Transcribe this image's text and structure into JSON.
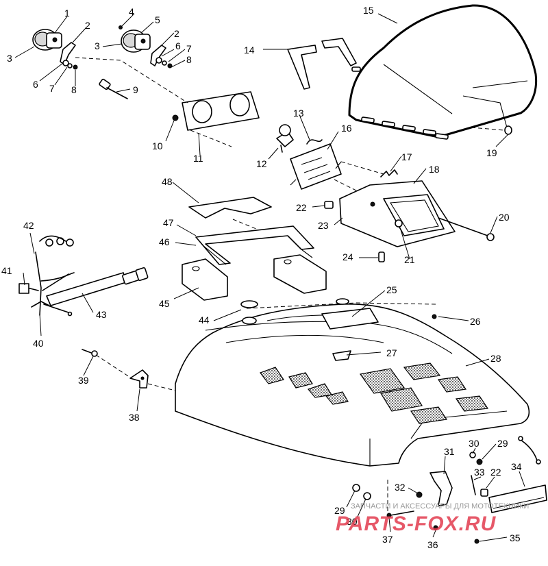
{
  "callouts": [
    {
      "id": "c1",
      "text": "1"
    },
    {
      "id": "c2a",
      "text": "2"
    },
    {
      "id": "c3a",
      "text": "3"
    },
    {
      "id": "c4",
      "text": "4"
    },
    {
      "id": "c5",
      "text": "5"
    },
    {
      "id": "c2b",
      "text": "2"
    },
    {
      "id": "c3b",
      "text": "3"
    },
    {
      "id": "c6a",
      "text": "6"
    },
    {
      "id": "c6b",
      "text": "6"
    },
    {
      "id": "c7a",
      "text": "7"
    },
    {
      "id": "c7b",
      "text": "7"
    },
    {
      "id": "c8a",
      "text": "8"
    },
    {
      "id": "c8b",
      "text": "8"
    },
    {
      "id": "c9",
      "text": "9"
    },
    {
      "id": "c10",
      "text": "10"
    },
    {
      "id": "c11",
      "text": "11"
    },
    {
      "id": "c12",
      "text": "12"
    },
    {
      "id": "c13",
      "text": "13"
    },
    {
      "id": "c14",
      "text": "14"
    },
    {
      "id": "c15",
      "text": "15"
    },
    {
      "id": "c16",
      "text": "16"
    },
    {
      "id": "c17",
      "text": "17"
    },
    {
      "id": "c18",
      "text": "18"
    },
    {
      "id": "c19",
      "text": "19"
    },
    {
      "id": "c20",
      "text": "20"
    },
    {
      "id": "c21",
      "text": "21"
    },
    {
      "id": "c22a",
      "text": "22"
    },
    {
      "id": "c22b",
      "text": "22"
    },
    {
      "id": "c23",
      "text": "23"
    },
    {
      "id": "c24",
      "text": "24"
    },
    {
      "id": "c25",
      "text": "25"
    },
    {
      "id": "c26",
      "text": "26"
    },
    {
      "id": "c27",
      "text": "27"
    },
    {
      "id": "c28",
      "text": "28"
    },
    {
      "id": "c29a",
      "text": "29"
    },
    {
      "id": "c29b",
      "text": "29"
    },
    {
      "id": "c30a",
      "text": "30"
    },
    {
      "id": "c30b",
      "text": "30"
    },
    {
      "id": "c31",
      "text": "31"
    },
    {
      "id": "c32",
      "text": "32"
    },
    {
      "id": "c33",
      "text": "33"
    },
    {
      "id": "c34",
      "text": "34"
    },
    {
      "id": "c35",
      "text": "35"
    },
    {
      "id": "c36",
      "text": "36"
    },
    {
      "id": "c37",
      "text": "37"
    },
    {
      "id": "c38",
      "text": "38"
    },
    {
      "id": "c39",
      "text": "39"
    },
    {
      "id": "c40",
      "text": "40"
    },
    {
      "id": "c41",
      "text": "41"
    },
    {
      "id": "c42",
      "text": "42"
    },
    {
      "id": "c43",
      "text": "43"
    },
    {
      "id": "c44",
      "text": "44"
    },
    {
      "id": "c45",
      "text": "45"
    },
    {
      "id": "c46",
      "text": "46"
    },
    {
      "id": "c47",
      "text": "47"
    },
    {
      "id": "c48",
      "text": "48"
    }
  ],
  "watermark": {
    "caption": "ЗАПЧАСТИ И АКСЕССУАРЫ ДЛЯ МОТОТЕХНИКИ",
    "brand": "PARTS-FOX.RU"
  },
  "colors": {
    "line": "#000000",
    "watermark_brand": "#e23b4e",
    "watermark_caption": "#9a9a9a"
  }
}
